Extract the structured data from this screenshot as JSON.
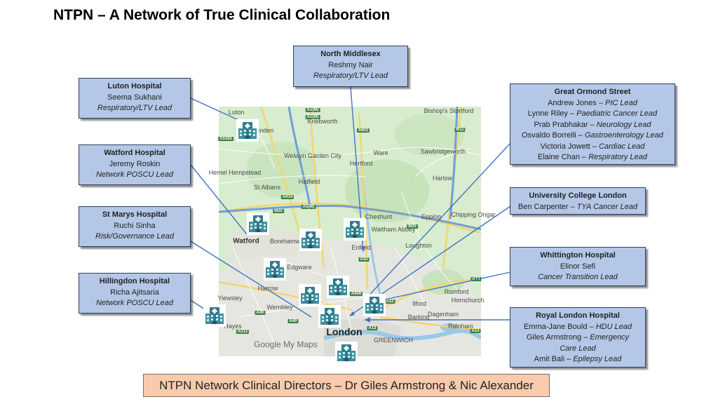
{
  "title": "NTPN – A Network of True Clinical Collaboration",
  "banner": "NTPN Network Clinical Directors – Dr Giles Armstrong & Nic Alexander",
  "icons": {
    "hospital": "hospital-building-icon"
  },
  "colors": {
    "box_fill": "#b4c7e7",
    "banner_fill": "#f8cbad",
    "connector": "#4472c4",
    "map_green": "#cde8c4"
  },
  "boxes": {
    "north_middlesex": {
      "name": "North Middlesex",
      "lines": [
        {
          "text": "Reshmy Nair"
        },
        {
          "text": "Respiratory/LTV Lead",
          "italic": true
        }
      ]
    },
    "luton": {
      "name": "Luton Hospital",
      "lines": [
        {
          "text": "Seema Sukhani"
        },
        {
          "text": "Respiratory/LTV Lead",
          "italic": true
        }
      ]
    },
    "watford": {
      "name": "Watford Hospital",
      "lines": [
        {
          "text": "Jeremy Roskin"
        },
        {
          "text": "Network POSCU Lead",
          "italic": true
        }
      ]
    },
    "st_marys": {
      "name": "St Marys Hospital",
      "lines": [
        {
          "text": "Ruchi Sinha"
        },
        {
          "text": "Risk/Governance Lead",
          "italic": true
        }
      ]
    },
    "hillingdon": {
      "name": "Hillingdon Hospital",
      "lines": [
        {
          "text": "Richa Ajitsaria"
        },
        {
          "text": "Network POSCU Lead",
          "italic": true
        }
      ]
    },
    "gosh": {
      "name": "Great Ormond Street",
      "lines": [
        {
          "person": "Andrew Jones",
          "role": "PIC Lead"
        },
        {
          "person": "Lynne Riley",
          "role": "Paediatric Cancer Lead"
        },
        {
          "person": "Prab Prabhakar",
          "role": "Neurology Lead"
        },
        {
          "person": "Osvaldo Borrelli",
          "role": "Gastroenterology Lead"
        },
        {
          "person": "Victoria Jowett",
          "role": "Cardiac Lead"
        },
        {
          "person": "Elaine Chan",
          "role": "Respiratory Lead"
        }
      ]
    },
    "uclh": {
      "name": "University College London",
      "lines": [
        {
          "person": "Ben Carpenter",
          "role": "TYA Cancer Lead"
        }
      ]
    },
    "whittington": {
      "name": "Whittington Hospital",
      "lines": [
        {
          "text": "Elinor Sefi"
        },
        {
          "text": "Cancer Transition Lead",
          "italic": true
        }
      ]
    },
    "royal_london": {
      "name": "Royal London Hospital",
      "lines": [
        {
          "person": "Emma-Jane Bould",
          "role": "HDU Lead"
        },
        {
          "person": "Giles Armstrong",
          "role": "Emergency"
        },
        {
          "text": "Care Lead",
          "italic": true
        },
        {
          "person": "Amit Bali",
          "role": "Epilepsy Lead"
        }
      ]
    }
  },
  "map": {
    "places": {
      "luton": "Luton",
      "harpenden": "Harpenden",
      "knebworth": "Knebworth",
      "bishops_stortford": "Bishop's Stortford",
      "welwyn": "Welwyn Garden City",
      "ware": "Ware",
      "sawbridgeworth": "Sawbridgeworth",
      "hertford": "Hertford",
      "hemel": "Hemel Hempstead",
      "st_albans": "St Albans",
      "hatfield": "Hatfield",
      "harlow": "Harlow",
      "cheshunt": "Cheshunt",
      "waltham_abbey": "Waltham Abbey",
      "epping": "Epping",
      "chipping_ongar": "Chipping Ongar",
      "watford": "Watford",
      "borehamwood": "Borehamwood",
      "enfield": "Enfield",
      "loughton": "Loughton",
      "edgware": "Edgware",
      "harrow": "Harrow",
      "romford": "Romford",
      "hornchurch": "Hornchurch",
      "ilford": "Ilford",
      "dagenham": "Dagenham",
      "barking": "Barking",
      "wembley": "Wembley",
      "hayes": "Hayes",
      "yiewsley": "Yiewsley",
      "rainham": "Rainham",
      "greenwich": "GREENWICH",
      "london": "London"
    },
    "roads": [
      "A1(M)",
      "A602",
      "M11",
      "A1(M)",
      "A414",
      "A1(M)",
      "M25",
      "M25",
      "A10",
      "A12",
      "A12",
      "A40",
      "A40",
      "A13",
      "A13",
      "A312",
      "A5183",
      "A406",
      "A1"
    ],
    "attribution": "Google My Maps"
  }
}
